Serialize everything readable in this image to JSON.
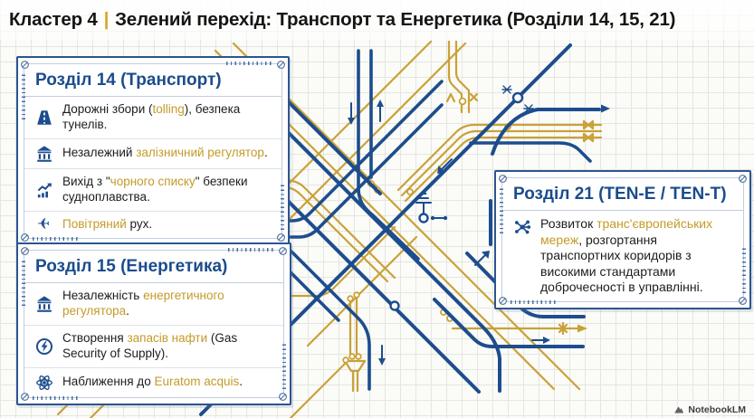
{
  "title": {
    "cluster": "Кластер 4",
    "separator": "|",
    "heading": "Зелений перехід: Транспорт та Енергетика (Розділи 14, 15, 21)"
  },
  "colors": {
    "navy": "#1d4d8d",
    "gold": "#c9a136",
    "gold_text": "#c49a28",
    "card_border": "#2b5590",
    "title_text": "#151515",
    "background": "#fbfbf8"
  },
  "cards": [
    {
      "title": "Розділ 14 (Транспорт)",
      "items": [
        {
          "icon": "road-icon",
          "segments": [
            {
              "text": "Дорожні збори ("
            },
            {
              "text": "tolling"
            },
            {
              "text": "), безпека тунелів."
            }
          ]
        },
        {
          "icon": "bank-icon",
          "segments": [
            {
              "text": "Незалежний "
            },
            {
              "text": "залізничний регулятор"
            },
            {
              "text": "."
            }
          ]
        },
        {
          "icon": "growth-chart-icon",
          "segments": [
            {
              "text": "Вихід з \""
            },
            {
              "text": "чорного списку"
            },
            {
              "text": "\" безпеки судноплавства."
            }
          ]
        },
        {
          "icon": "plane-icon",
          "segments": [
            {
              "text": ""
            },
            {
              "text": "Повітряний"
            },
            {
              "text": " рух."
            }
          ]
        }
      ]
    },
    {
      "title": "Розділ 15 (Енергетика)",
      "items": [
        {
          "icon": "bank-icon",
          "segments": [
            {
              "text": "Незалежність "
            },
            {
              "text": "енергетичного регулятора"
            },
            {
              "text": "."
            }
          ]
        },
        {
          "icon": "lightning-icon",
          "segments": [
            {
              "text": "Створення "
            },
            {
              "text": "запасів нафти"
            },
            {
              "text": " (Gas Security of Supply)."
            }
          ]
        },
        {
          "icon": "atom-icon",
          "segments": [
            {
              "text": "Наближення до "
            },
            {
              "text": "Euratom acquis"
            },
            {
              "text": "."
            }
          ]
        }
      ]
    },
    {
      "title": "Розділ 21 (TEN-E / TEN-T)",
      "items": [
        {
          "icon": "network-icon",
          "segments": [
            {
              "text": "Розвиток "
            },
            {
              "text": "транс'європейських мереж"
            },
            {
              "text": ", розгортання транспортних коридорів з високими стандартами доброчесності в управлінні."
            }
          ]
        }
      ]
    }
  ],
  "footer": {
    "brand": "NotebookLM"
  }
}
